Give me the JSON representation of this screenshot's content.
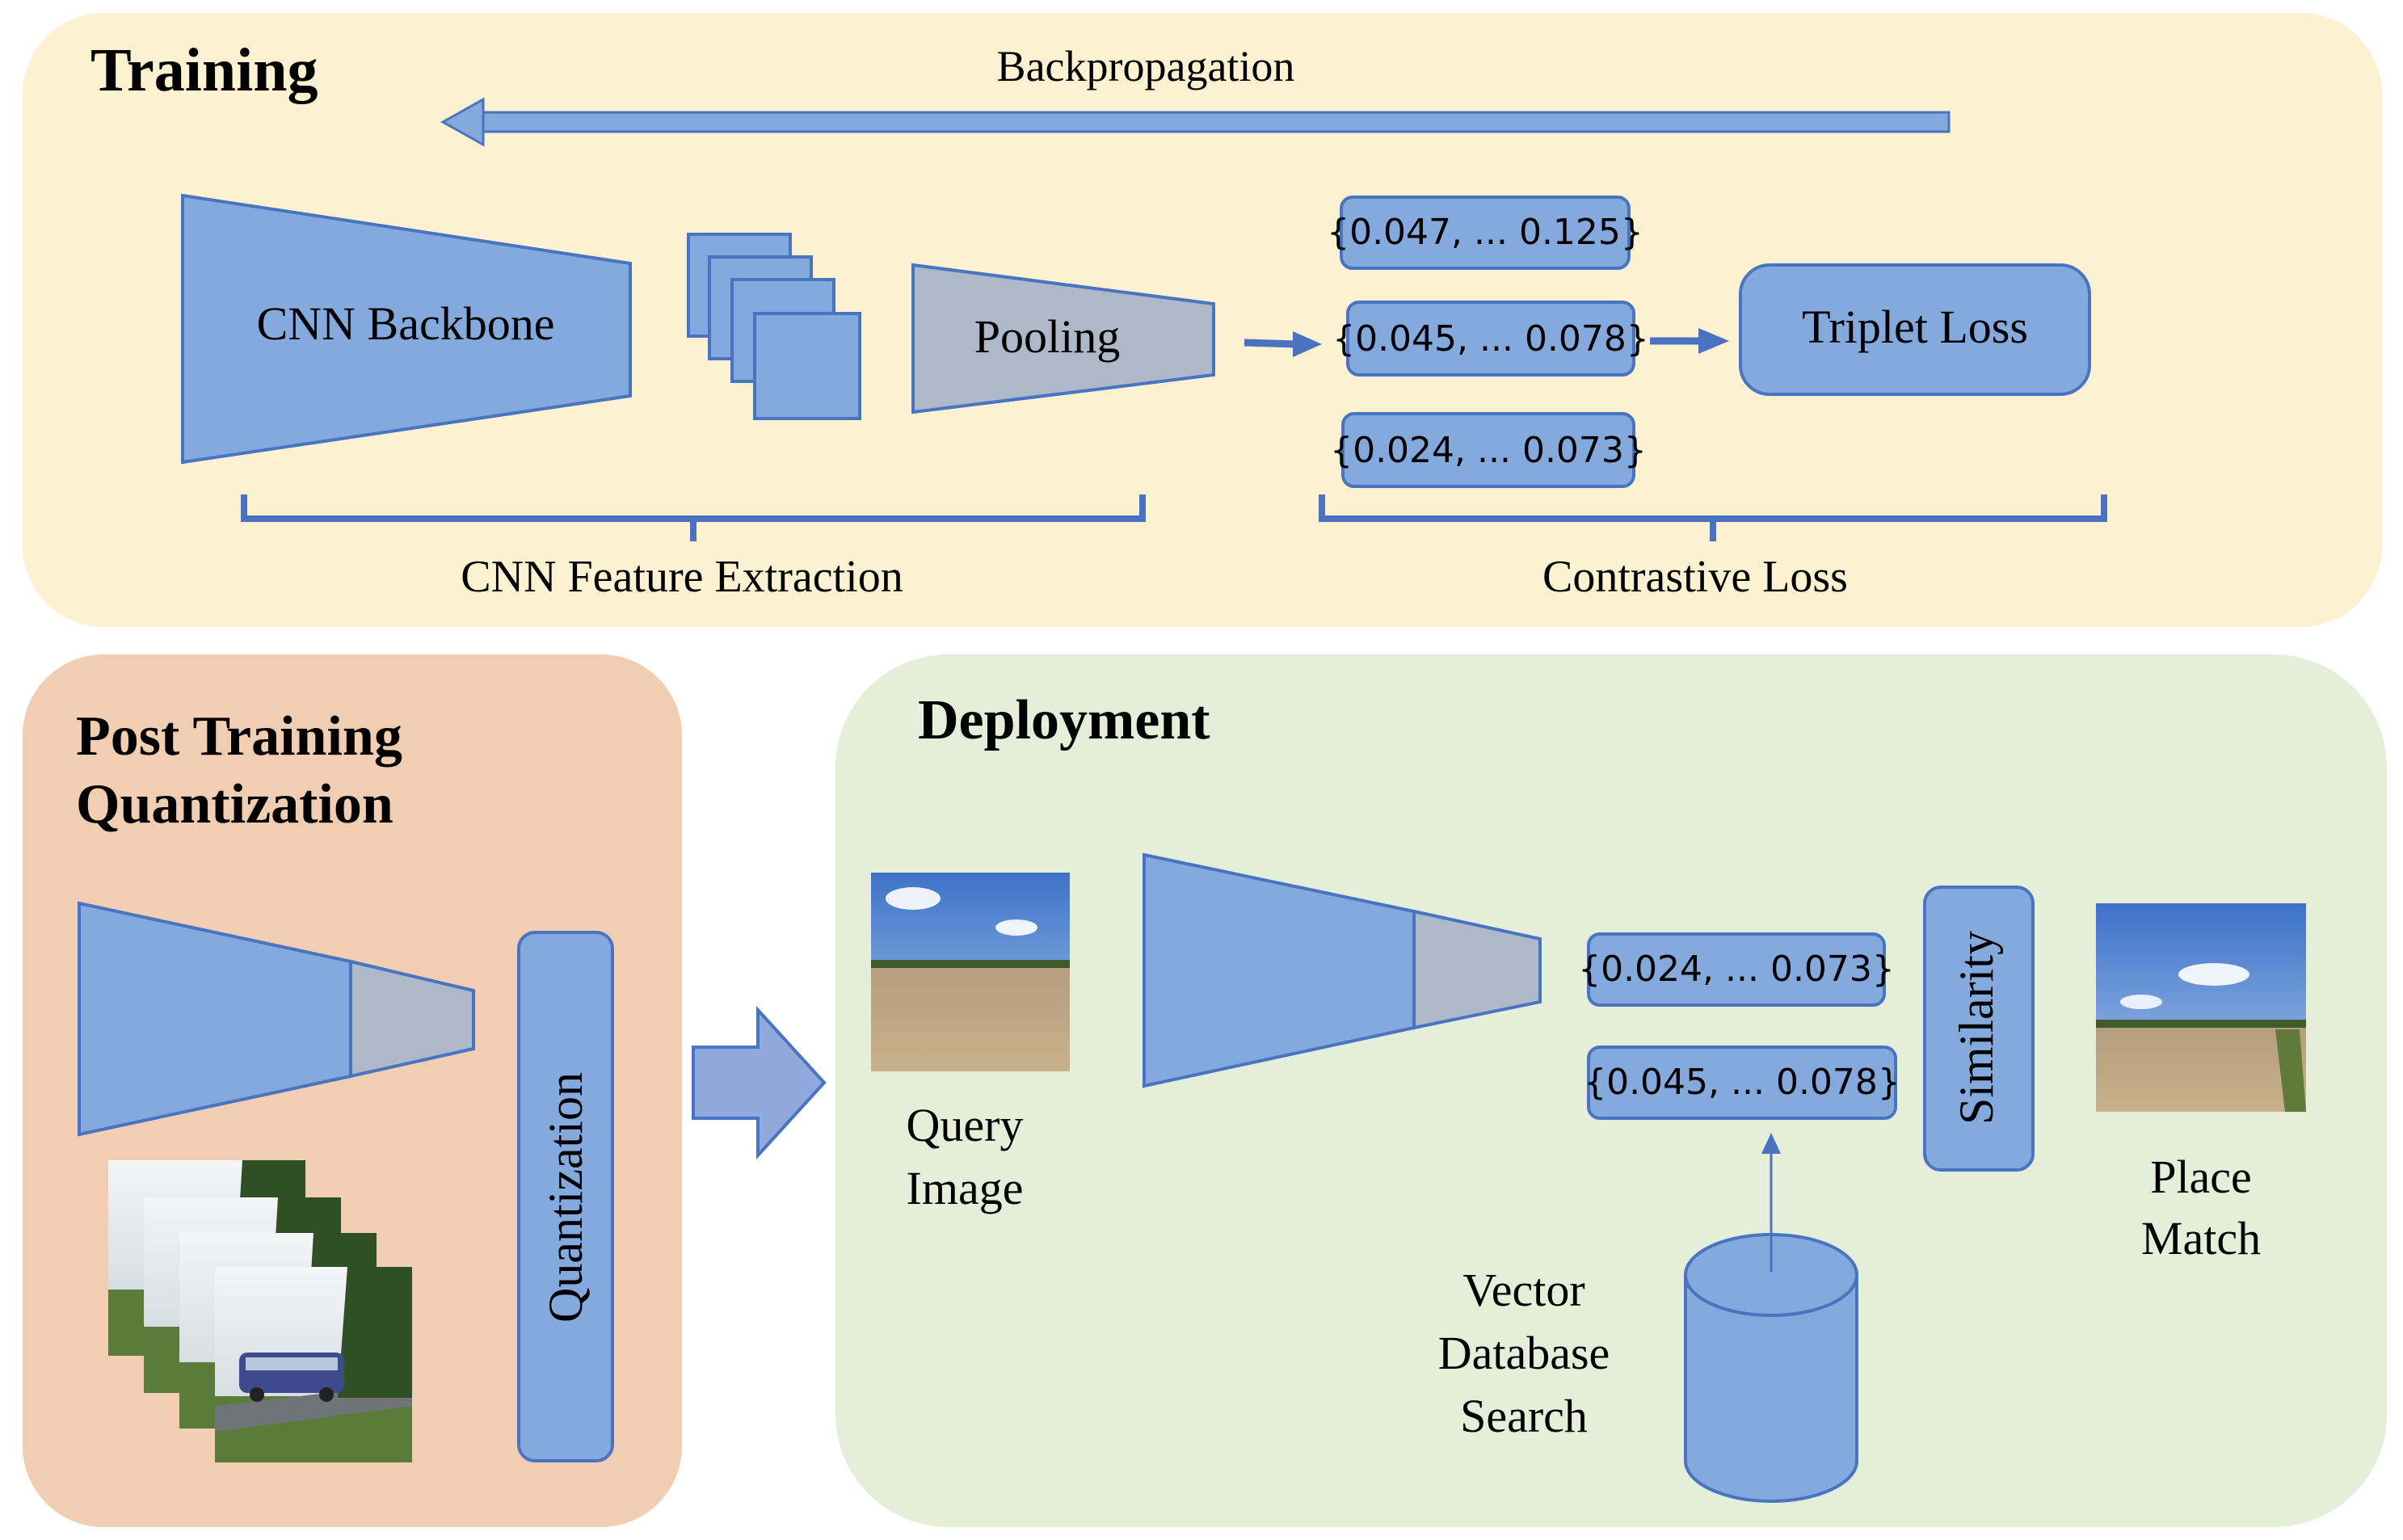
{
  "colors": {
    "training_bg": "#fcf1d0",
    "ptq_bg": "#f1cdb1",
    "deploy_bg": "#e4eed9",
    "block_blue": "#84a9dc",
    "block_stroke": "#4874c2",
    "pool_gray": "#adb8c9",
    "arrow_blue": "#4a72c0"
  },
  "training": {
    "title": "Training",
    "backprop_label": "Backpropagation",
    "cnn_backbone_label": "CNN Backbone",
    "pooling_label": "Pooling",
    "vectors": [
      "{0.047, ... 0.125}",
      "{0.045, ... 0.078}",
      "{0.024, ... 0.073}"
    ],
    "triplet_loss_label": "Triplet Loss",
    "feature_extraction_label": "CNN Feature Extraction",
    "contrastive_loss_label": "Contrastive Loss"
  },
  "ptq": {
    "title_line1": "Post Training",
    "title_line2": "Quantization",
    "quantization_label": "Quantization"
  },
  "deployment": {
    "title": "Deployment",
    "query_label_line1": "Query",
    "query_label_line2": "Image",
    "vectors": [
      "{0.024, ... 0.073}",
      "{0.045, ... 0.078}"
    ],
    "similarity_label": "Similarity",
    "db_label_line1": "Vector",
    "db_label_line2": "Database",
    "db_label_line3": "Search",
    "match_label_line1": "Place",
    "match_label_line2": "Match"
  }
}
